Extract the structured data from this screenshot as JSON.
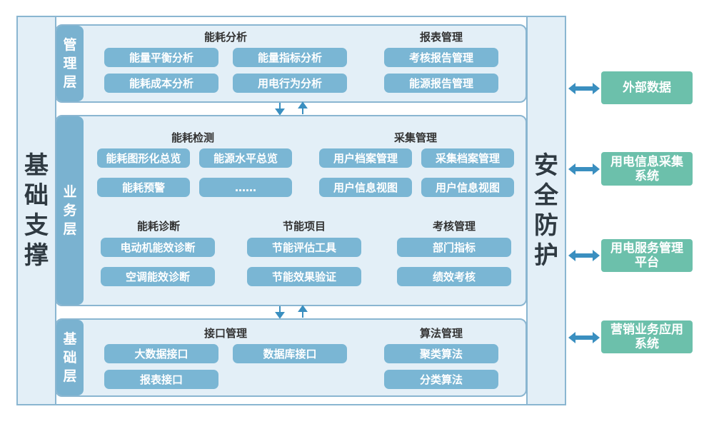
{
  "left_support": [
    "基",
    "础",
    "支",
    "撑"
  ],
  "right_security": [
    "安",
    "全",
    "防",
    "护"
  ],
  "management": {
    "tab": [
      "管",
      "理",
      "层"
    ],
    "groups": [
      {
        "title": "能耗分析",
        "items": [
          "能量平衡分析",
          "能量指标分析",
          "能耗成本分析",
          "用电行为分析"
        ]
      },
      {
        "title": "报表管理",
        "items": [
          "考核报告管理",
          "能源报告管理"
        ]
      }
    ]
  },
  "business": {
    "tab": [
      "业",
      "务",
      "层"
    ],
    "groups": [
      {
        "title": "能耗检测",
        "items": [
          "能耗图形化总览",
          "能源水平总览",
          "能耗预警",
          "……"
        ]
      },
      {
        "title": "采集管理",
        "items": [
          "用户档案管理",
          "采集档案管理",
          "用户信息视图",
          "用户信息视图"
        ]
      },
      {
        "title": "能耗诊断",
        "items": [
          "电动机能效诊断",
          "空调能效诊断"
        ]
      },
      {
        "title": "节能项目",
        "items": [
          "节能评估工具",
          "节能效果验证"
        ]
      },
      {
        "title": "考核管理",
        "items": [
          "部门指标",
          "绩效考核"
        ]
      }
    ]
  },
  "foundation": {
    "tab": [
      "基",
      "础",
      "层"
    ],
    "groups": [
      {
        "title": "接口管理",
        "items": [
          "大数据接口",
          "数据库接口",
          "报表接口"
        ]
      },
      {
        "title": "算法管理",
        "items": [
          "聚类算法",
          "分类算法"
        ]
      }
    ]
  },
  "external": [
    {
      "lines": [
        "外部数据"
      ]
    },
    {
      "lines": [
        "用电信息采集",
        "系统"
      ]
    },
    {
      "lines": [
        "用电服务管理",
        "平台"
      ]
    },
    {
      "lines": [
        "营销业务应用",
        "系统"
      ]
    }
  ],
  "colors": {
    "pill": "#7ab6d4",
    "tab": "#7ab2d0",
    "panel": "#e3eff7",
    "border": "#8ab6d1",
    "ext": "#6cc0ab",
    "arrow": "#3a8fc0"
  }
}
